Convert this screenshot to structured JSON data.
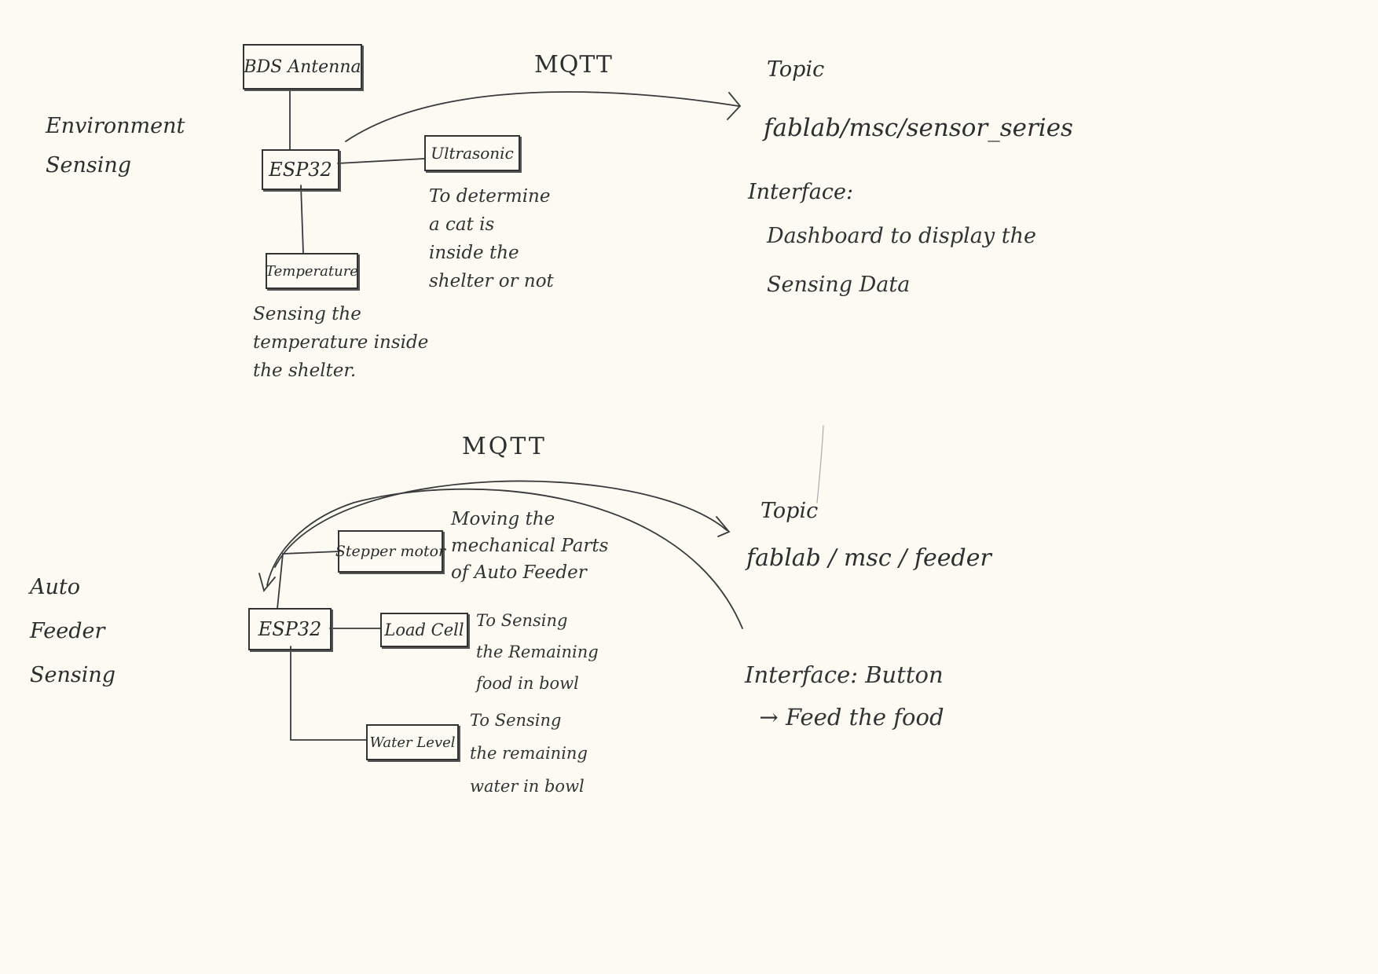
{
  "sections": {
    "environment": "Environment\nSensing",
    "feeder": "Auto\nFeeder\nSensing"
  },
  "environment": {
    "antenna": "BDS Antenna",
    "esp32": "ESP32",
    "ultrasonic": "Ultrasonic",
    "temperature": "Temperature",
    "ultrasonic_note": "To determine\na cat is\ninside the\nshelter or not",
    "temperature_note": "Sensing the\ntemperature inside\nthe shelter.",
    "protocol": "MQTT",
    "topic_label": "Topic",
    "topic": "fablab/msc/sensor_series",
    "interface_label": "Interface:",
    "interface_text": "Dashboard to display the\nSensing Data"
  },
  "feeder": {
    "esp32": "ESP32",
    "stepper": "Stepper motor",
    "load_cell": "Load Cell",
    "water_level": "Water Level",
    "stepper_note": "Moving the\nmechanical Parts\nof Auto Feeder",
    "load_cell_note": "To Sensing\nthe Remaining\nfood in bowl",
    "water_level_note": "To Sensing\nthe remaining\nwater in bowl",
    "protocol": "MQTT",
    "topic_label": "Topic",
    "topic": "fablab / msc / feeder",
    "interface_text": "Interface: Button\n  → Feed the food"
  }
}
